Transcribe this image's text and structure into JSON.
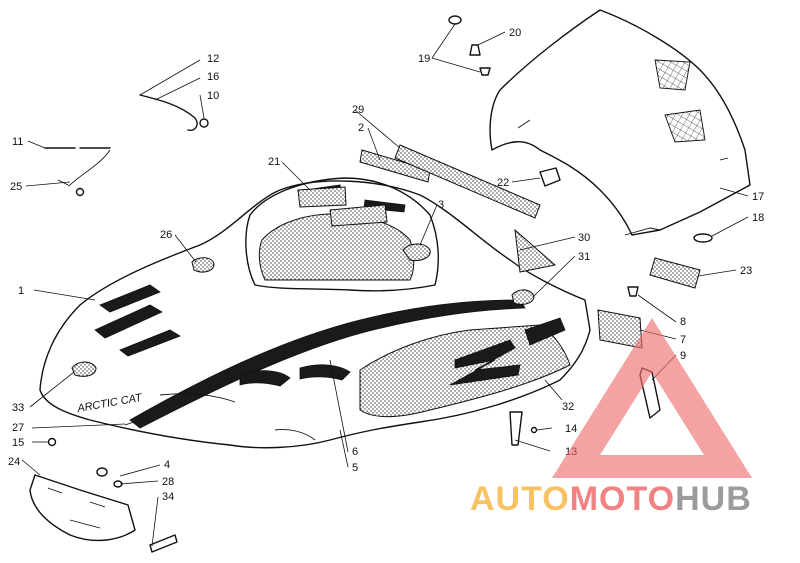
{
  "callouts": [
    {
      "id": "1",
      "label": "1"
    },
    {
      "id": "2",
      "label": "2"
    },
    {
      "id": "3",
      "label": "3"
    },
    {
      "id": "4",
      "label": "4"
    },
    {
      "id": "5",
      "label": "5"
    },
    {
      "id": "6",
      "label": "6"
    },
    {
      "id": "7",
      "label": "7"
    },
    {
      "id": "8",
      "label": "8"
    },
    {
      "id": "9",
      "label": "9"
    },
    {
      "id": "10",
      "label": "10"
    },
    {
      "id": "11",
      "label": "11"
    },
    {
      "id": "12",
      "label": "12"
    },
    {
      "id": "13",
      "label": "13"
    },
    {
      "id": "14",
      "label": "14"
    },
    {
      "id": "15",
      "label": "15"
    },
    {
      "id": "16",
      "label": "16"
    },
    {
      "id": "17",
      "label": "17"
    },
    {
      "id": "18",
      "label": "18"
    },
    {
      "id": "19",
      "label": "19"
    },
    {
      "id": "20",
      "label": "20"
    },
    {
      "id": "21",
      "label": "21"
    },
    {
      "id": "22",
      "label": "22"
    },
    {
      "id": "23",
      "label": "23"
    },
    {
      "id": "24",
      "label": "24"
    },
    {
      "id": "25",
      "label": "25"
    },
    {
      "id": "26",
      "label": "26"
    },
    {
      "id": "27",
      "label": "27"
    },
    {
      "id": "28",
      "label": "28"
    },
    {
      "id": "29",
      "label": "29"
    },
    {
      "id": "30",
      "label": "30"
    },
    {
      "id": "31",
      "label": "31"
    },
    {
      "id": "32",
      "label": "32"
    },
    {
      "id": "33",
      "label": "33"
    },
    {
      "id": "34",
      "label": "34"
    }
  ],
  "decal_text": {
    "hood_brand": "ARCTIC CAT"
  },
  "watermark": {
    "part1": "AUTO",
    "part2": "MOTO",
    "part3": "HUB",
    "color_orange": "#f5b84a",
    "color_red": "#ef6d6d",
    "color_gray": "#8a8a8a"
  }
}
